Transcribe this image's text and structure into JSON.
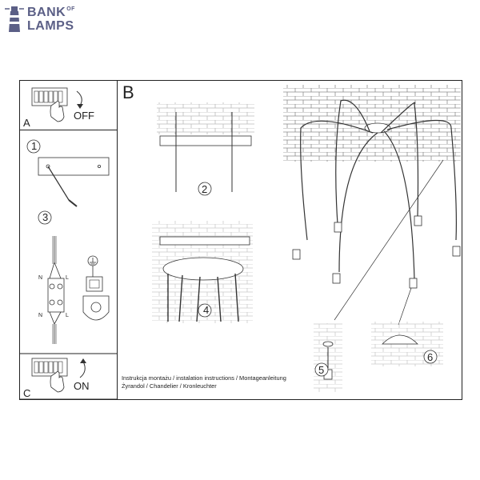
{
  "logo": {
    "line1": "BANK",
    "of": "OF",
    "line2": "LAMPS"
  },
  "panels": {
    "a_label": "A",
    "a_state": "OFF",
    "b_label": "B",
    "c_label": "C",
    "c_state": "ON"
  },
  "steps": [
    "1",
    "2",
    "3",
    "4",
    "5",
    "6"
  ],
  "terminal_letters": {
    "n_top": "N",
    "l_top": "L",
    "n_bottom": "N",
    "l_bottom": "L"
  },
  "caption": {
    "line1": "Instrukcja montażu / instalation instructions / Montageanleitung",
    "line2": "Żyrandol / Chandelier / Kronleuchter"
  },
  "colors": {
    "logo": "#5b5f86",
    "line": "#333333",
    "brick": "#555555"
  },
  "icons": [
    "lighthouse-icon",
    "switch-off-icon",
    "switch-on-icon",
    "ground-icon"
  ]
}
